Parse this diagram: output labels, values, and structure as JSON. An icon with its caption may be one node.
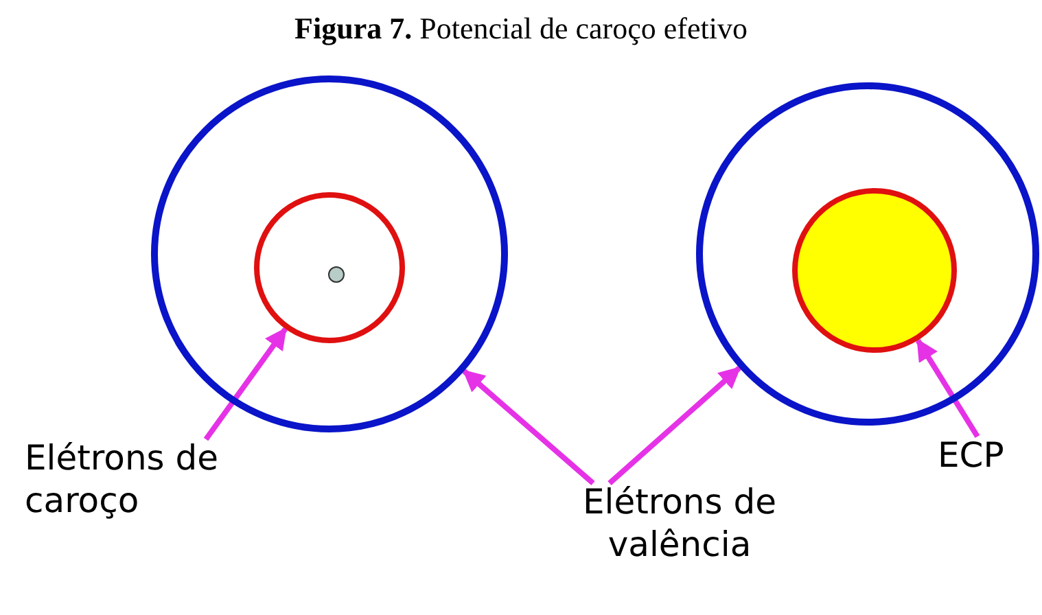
{
  "diagram": {
    "title": "**Figura 7.** Potencial de caroço efetivo",
    "nodes": [
      {
        "text": [],
        "shape": "circle"
      },
      {
        "text": [],
        "shape": "circle",
        "in": 0
      },
      {
        "text": [],
        "shape": "circle",
        "in": 1
      },
      {
        "text": [],
        "shape": "circle"
      },
      {
        "text": [],
        "shape": "circle",
        "in": 3
      },
      {
        "text": [
          "Elétrons de caroço"
        ]
      },
      {
        "text": [
          "Elétrons de valência"
        ]
      },
      {
        "text": [
          "ECP"
        ]
      }
    ],
    "edges": [
      {
        "from": 5,
        "to": 1,
        "arrow": "to"
      },
      {
        "from": 6,
        "to": 0,
        "arrow": "to"
      },
      {
        "from": 6,
        "to": 3,
        "arrow": "to"
      },
      {
        "from": 7,
        "to": 4,
        "arrow": "to"
      }
    ]
  }
}
